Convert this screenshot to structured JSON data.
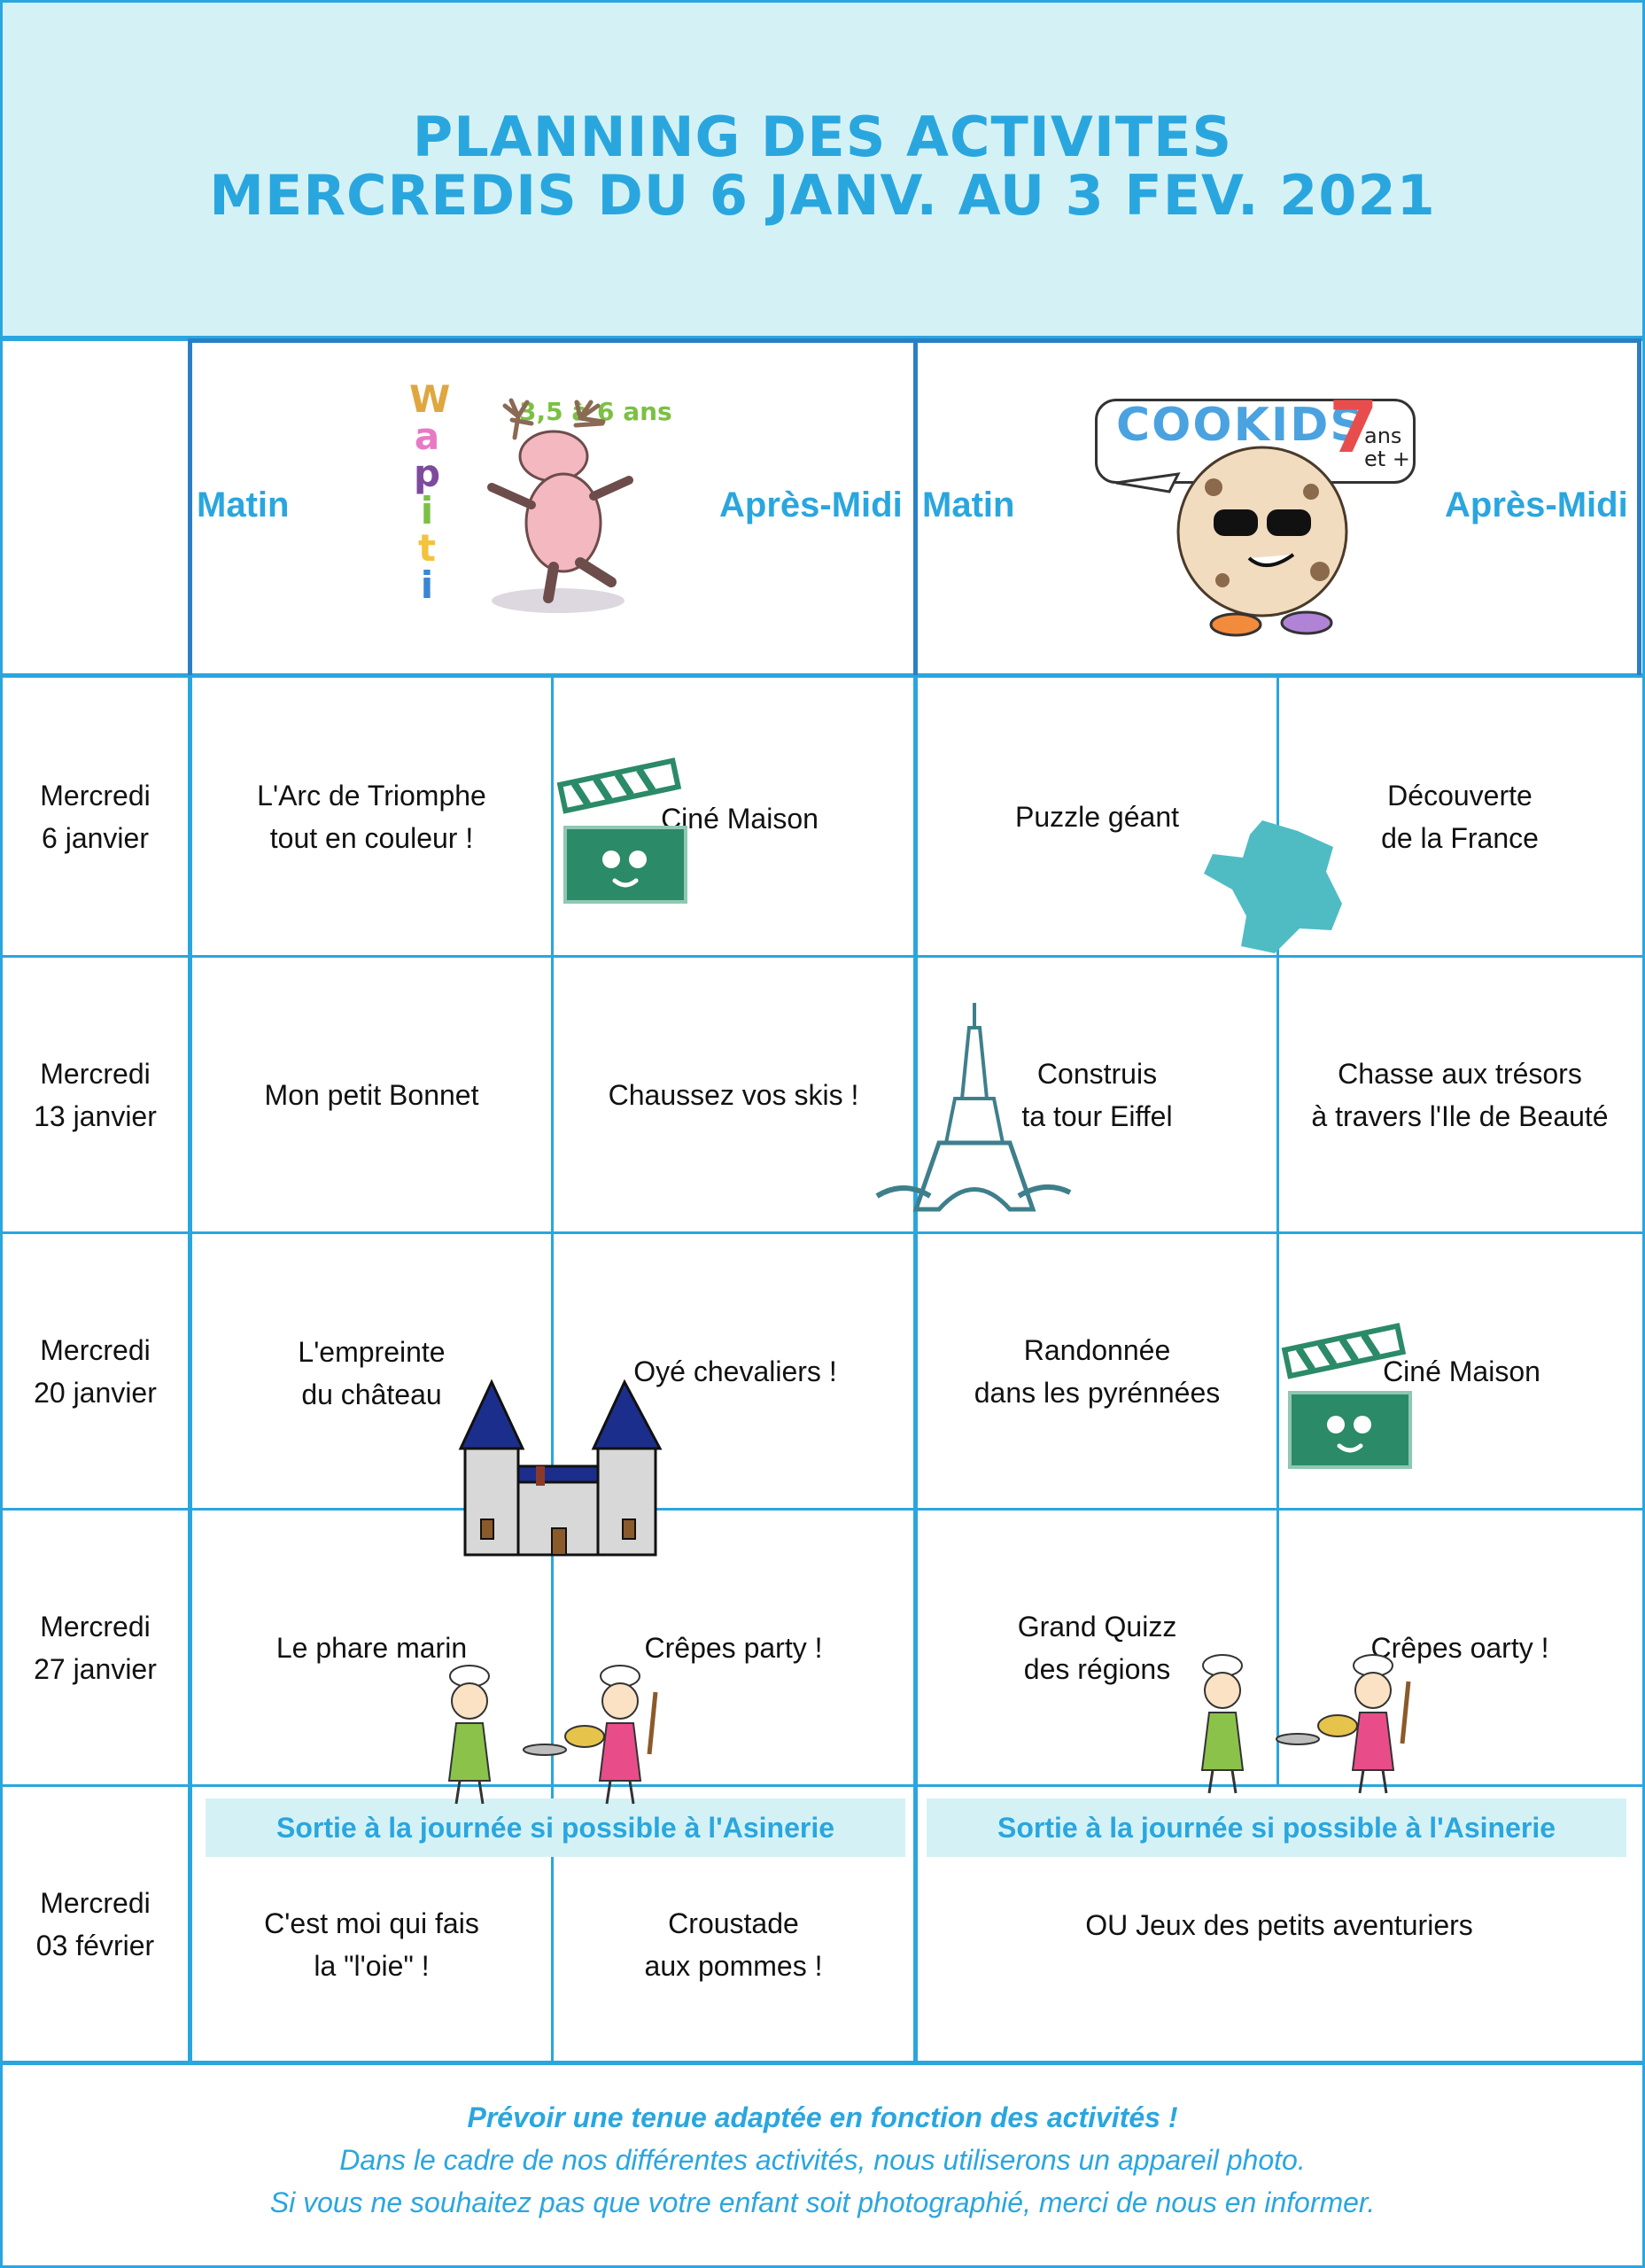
{
  "title": {
    "line1": "PLANNING DES ACTIVITES",
    "line2": "MERCREDIS DU 6 JANV. AU 3 FEV. 2021"
  },
  "groups": [
    {
      "logo_name": "wapiti",
      "logo_letters": [
        "W",
        "a",
        "p",
        "i",
        "t",
        "i"
      ],
      "age": "3,5 à 6 ans",
      "matin": "Matin",
      "apres_midi": "Après-Midi"
    },
    {
      "logo_name": "cookids",
      "logo_text": "COOKIDS",
      "age_num": "7",
      "age_unit": "ans",
      "age_plus": "et +",
      "matin": "Matin",
      "apres_midi": "Après-Midi"
    }
  ],
  "rows": [
    {
      "day": "Mercredi\n6 janvier",
      "c1": "L'Arc de Triomphe\ntout en couleur !",
      "c2": "Ciné Maison",
      "c3": "Puzzle géant",
      "c4": "Découverte\nde la France"
    },
    {
      "day": "Mercredi\n13 janvier",
      "c1": "Mon petit Bonnet",
      "c2": "Chaussez vos skis !",
      "c3": "Construis\nta tour Eiffel",
      "c4": "Chasse aux trésors\nà travers l'Ile de Beauté"
    },
    {
      "day": "Mercredi\n20 janvier",
      "c1": "L'empreinte\ndu château",
      "c2": "Oyé chevaliers !",
      "c3": "Randonnée\ndans les pyrénnées",
      "c4": "Ciné Maison"
    },
    {
      "day": "Mercredi\n27 janvier",
      "c1": "Le phare marin",
      "c2": "Crêpes party !",
      "c3": "Grand Quizz\ndes régions",
      "c4": "Crêpes oarty !"
    },
    {
      "day": "Mercredi\n03 février",
      "c1": "C'est moi qui fais\nla \"l'oie\" !",
      "c2": "Croustade\naux pommes !",
      "c34": "OU Jeux des petits aventuriers"
    }
  ],
  "banners": {
    "left": "Sortie à la journée si possible à l'Asinerie",
    "right": "Sortie à la journée si possible à l'Asinerie"
  },
  "footer": {
    "line1": "Prévoir une tenue adaptée en fonction des activités !",
    "line2": "Dans le cadre de nos différentes activités, nous utiliserons un appareil photo.",
    "line3": "Si vous ne souhaitez pas que votre enfant soit photographié, merci de nous en informer."
  },
  "colors": {
    "accent": "#2aa6df",
    "band": "#d4f2f5",
    "border_dark": "#2a7fc4",
    "clapper_green": "#2b8a68",
    "france": "#4fbcc4",
    "eiffel": "#3e7f8c"
  },
  "icons": [
    "moose-icon",
    "cookie-icon",
    "clapperboard-icon",
    "france-map-icon",
    "eiffel-tower-icon",
    "castle-icon",
    "chef-kids-icon"
  ]
}
